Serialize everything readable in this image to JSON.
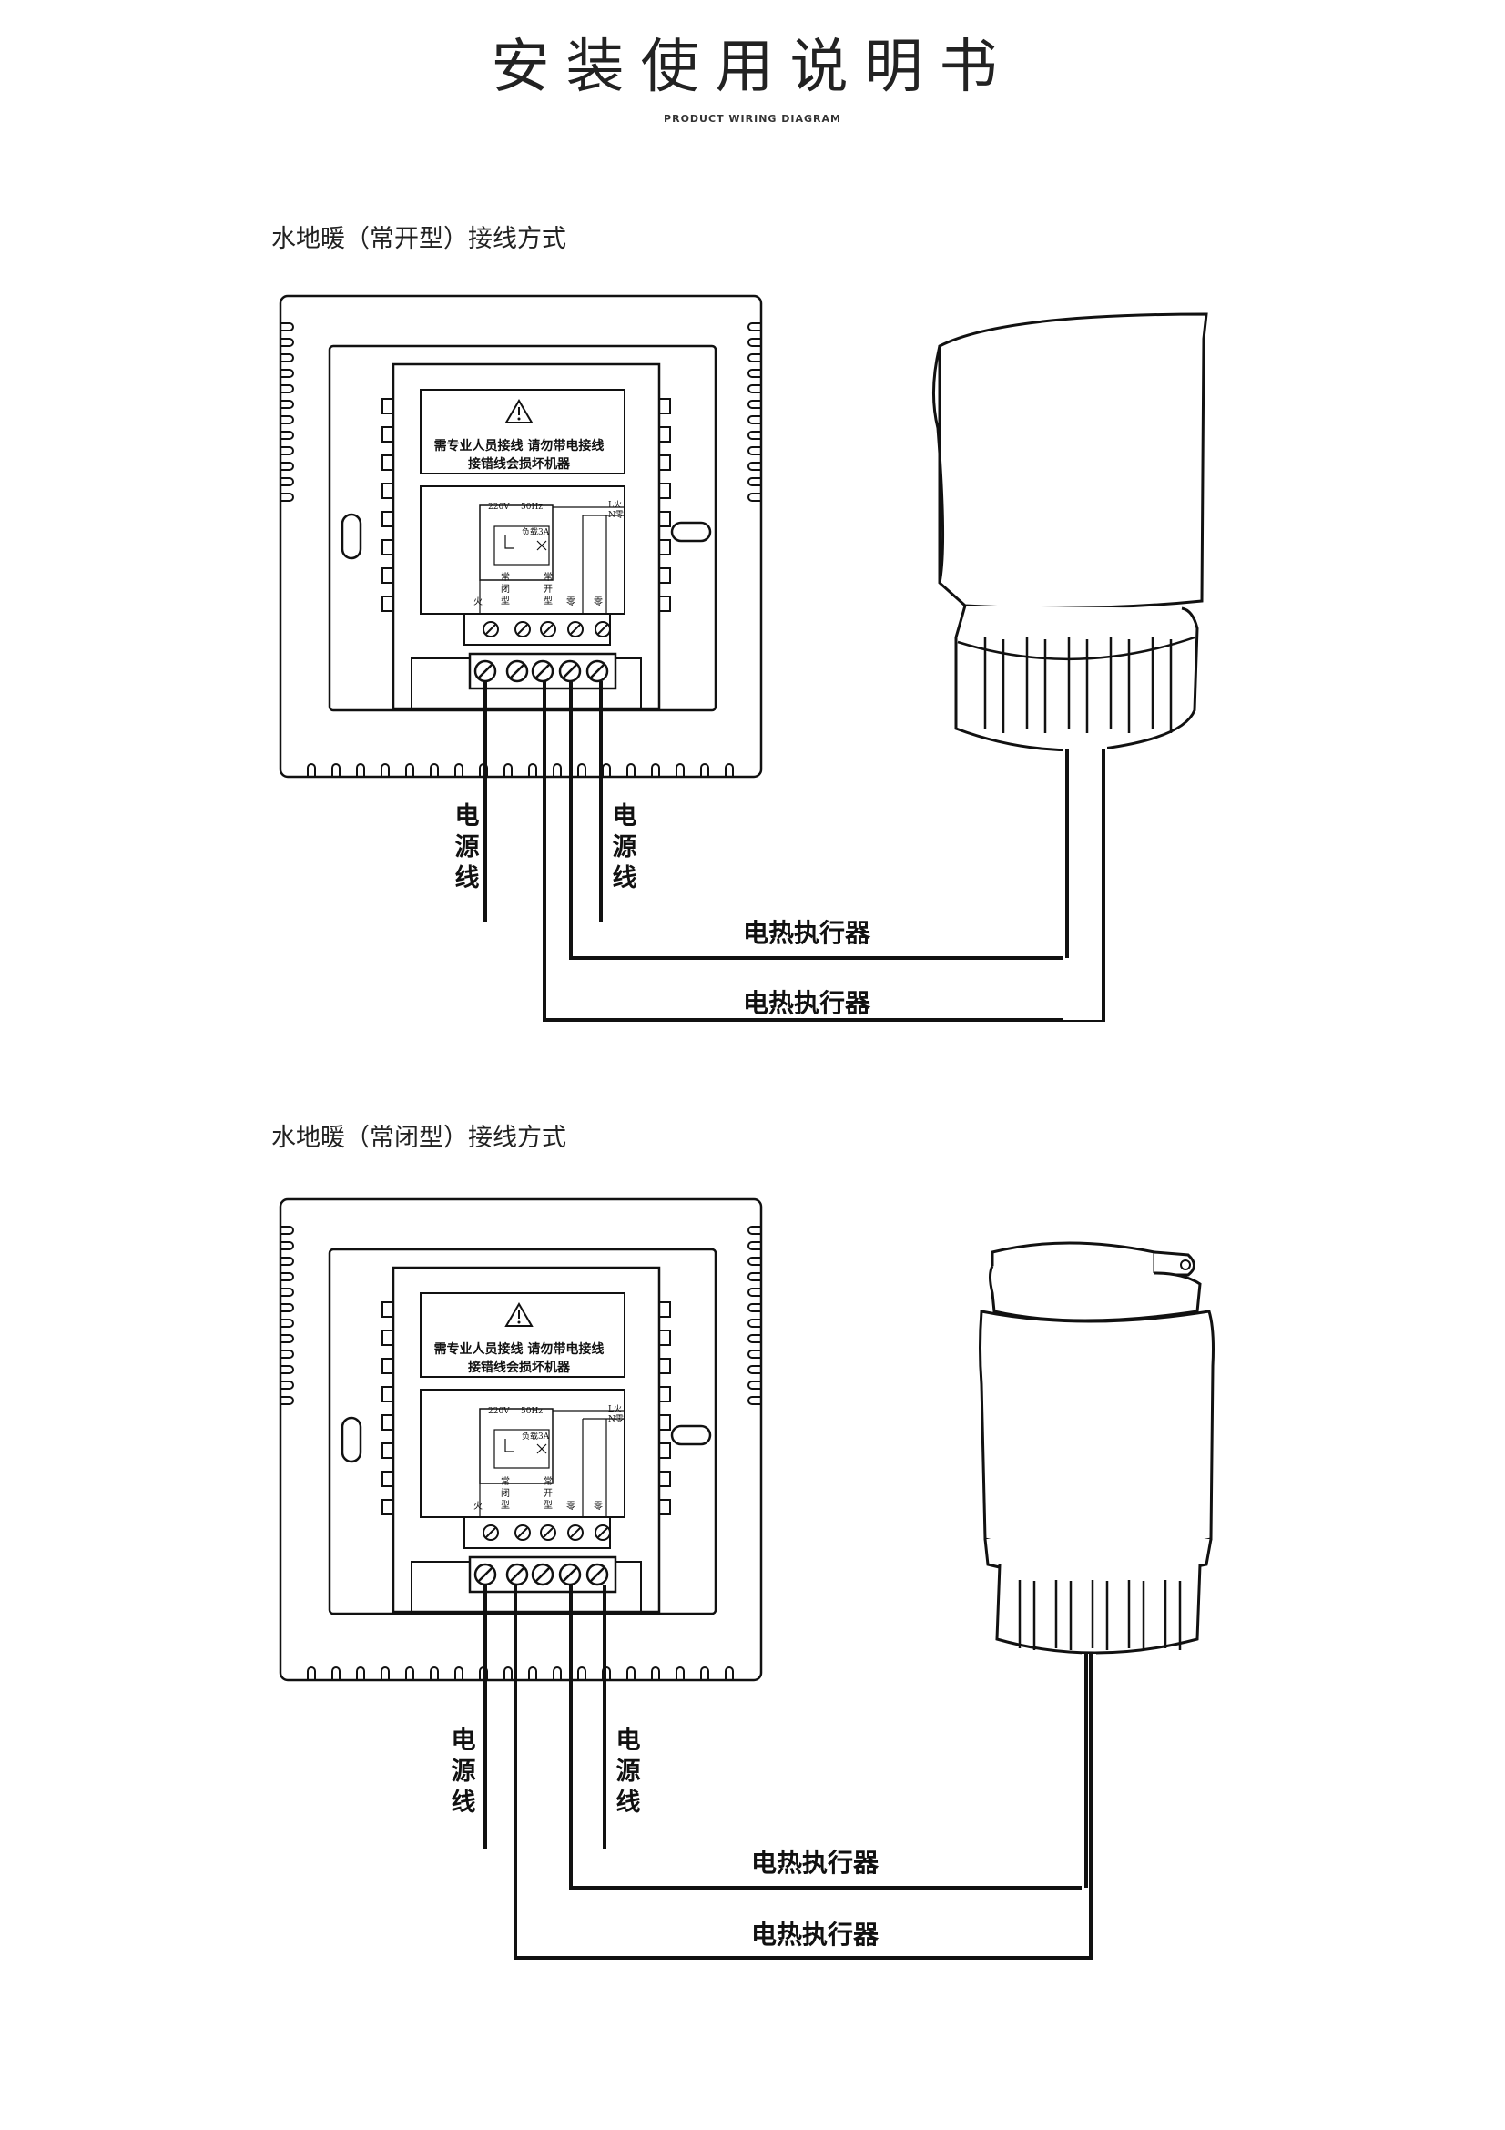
{
  "header": {
    "title": "安装使用说明书",
    "subtitle": "PRODUCT WIRING DIAGRAM"
  },
  "panel_text": {
    "warning_line1": "需专业人员接线  请勿带电接线",
    "warning_line2": "接错线会损坏机器",
    "voltage": "220V",
    "frequency": "50Hz",
    "relay": "负载3A",
    "l_live": "L火",
    "n_neutral": "N零",
    "t_live": "火",
    "t_nc": "常闭型",
    "t_no": "常开型",
    "t_n1": "零",
    "t_n2": "零"
  },
  "diagrams": [
    {
      "section_title": "水地暖（常开型）接线方式",
      "left_label": "电源线",
      "right_label": "电源线",
      "actuator_label_1": "电热执行器",
      "actuator_label_2": "电热执行器",
      "actuator_type": "cap-actuator"
    },
    {
      "section_title": "水地暖（常闭型）接线方式",
      "left_label": "电源线",
      "right_label": "电源线",
      "actuator_label_1": "电热执行器",
      "actuator_label_2": "电热执行器",
      "actuator_type": "cylinder-actuator"
    }
  ],
  "colors": {
    "line": "#111111",
    "actuator_fill": "#ffffff"
  }
}
